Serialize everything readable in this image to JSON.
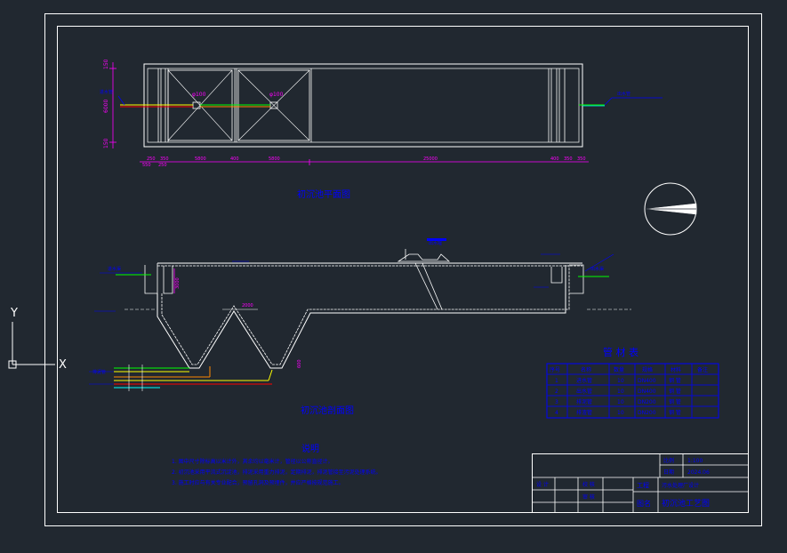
{
  "plan_view": {
    "title": "初沉池平面图",
    "dims_vertical": [
      "150",
      "6000",
      "150"
    ],
    "dims_horizontal": [
      "250",
      "350",
      "550",
      "250",
      "5800",
      "400",
      "5800",
      "25000",
      "400",
      "350",
      "350"
    ],
    "hopper_labels": [
      "φ100",
      "φ100"
    ],
    "inlet_label": "进水管",
    "outlet_label": "出水管"
  },
  "section_view": {
    "title": "初沉池剖面图",
    "labels": [
      "进水渠",
      "出水堰",
      "排泥管",
      "出水渠",
      "3000",
      "600",
      "2000"
    ]
  },
  "materials_table": {
    "title": "管 材 表",
    "headers": [
      "序号",
      "名称",
      "数量",
      "规格",
      "材料",
      "备注"
    ],
    "rows": [
      [
        "1",
        "进水管",
        "10",
        "DN400",
        "钢 管",
        ""
      ],
      [
        "2",
        "出水管",
        "10",
        "DN400",
        "钢 管",
        ""
      ],
      [
        "3",
        "排泥管",
        "10",
        "DN200",
        "钢 管",
        ""
      ],
      [
        "4",
        "排渣管",
        "10",
        "DN200",
        "钢 管",
        ""
      ]
    ]
  },
  "notes": {
    "heading": "说明",
    "lines": [
      "1. 图中尺寸除标高以米计外，其余均以毫米计，管径以公称直径计。",
      "2. 初沉池采用平流式沉淀池，排泥采用重力排泥，定期排泥，排泥管接至污泥处理系统。",
      "3. 施工时应与有关专业配合，预留孔洞及预埋件，并应严格按规范施工。"
    ]
  },
  "title_block": {
    "row1": [
      "比例",
      "1:100"
    ],
    "row2": [
      "日期",
      "2024.06"
    ],
    "left_labels": [
      "设 计",
      "校 核",
      "审 核"
    ],
    "project_label": "工程",
    "project_value": "污水处理厂设计",
    "drawing_label": "图名",
    "drawing_value": "初沉池工艺图"
  },
  "ucs": {
    "x_label": "X",
    "y_label": "Y"
  },
  "colors": {
    "background": "#212830",
    "frame": "#ffffff",
    "annotation": "#0000ff",
    "dimension": "#ff00ff",
    "water_line": "#00ff00",
    "pipe_yellow": "#ffff00",
    "pipe_red": "#ff0000",
    "pipe_cyan": "#00ffff"
  }
}
